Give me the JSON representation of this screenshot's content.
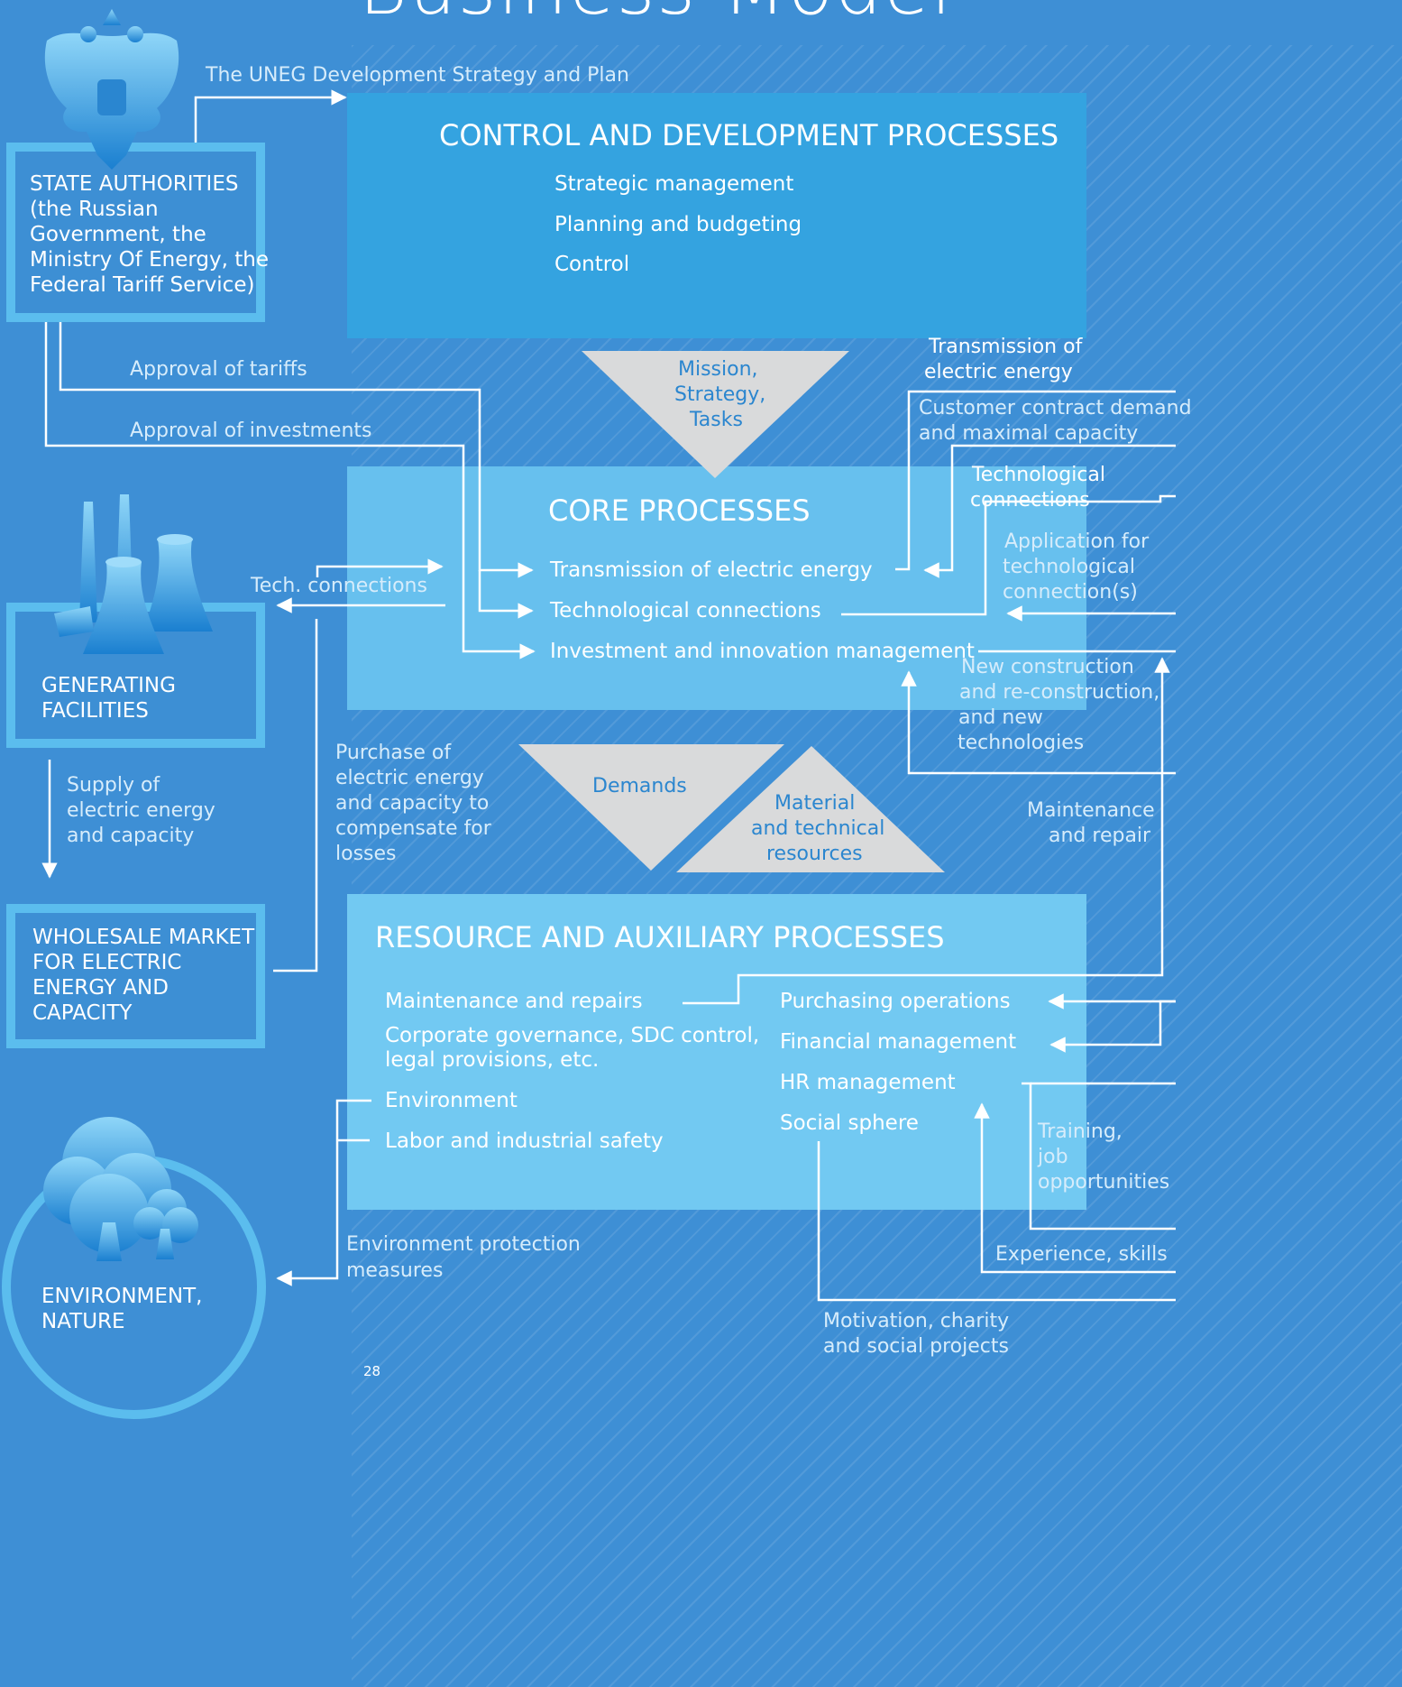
{
  "page": {
    "title": "Business Model",
    "page_number": "28"
  },
  "state": {
    "title": "STATE AUTHORITIES",
    "lines": [
      "(the Russian",
      "Government, the",
      "Ministry Of Energy, the",
      "Federal Tariff Service)"
    ]
  },
  "generating": {
    "lines": [
      "GENERATING",
      "FACILITIES"
    ]
  },
  "wholesale": {
    "lines": [
      "WHOLESALE MARKET",
      "FOR ELECTRIC",
      "ENERGY AND",
      "CAPACITY"
    ]
  },
  "environment": {
    "lines": [
      "ENVIRONMENT,",
      "NATURE"
    ]
  },
  "control": {
    "title": "CONTROL AND DEVELOPMENT PROCESSES",
    "items": [
      "Strategic management",
      "Planning and budgeting",
      "Control"
    ]
  },
  "core": {
    "title": "CORE PROCESSES",
    "items": [
      "Transmission of electric energy",
      "Technological connections",
      "Investment and innovation management"
    ]
  },
  "resource": {
    "title": "RESOURCE AND AUXILIARY PROCESSES",
    "left_items": [
      "Maintenance and repairs",
      "Corporate governance, SDC control,",
      "legal provisions, etc.",
      "Environment",
      "Labor and industrial safety"
    ],
    "right_items": [
      "Purchasing operations",
      "Financial management",
      "HR management",
      "Social sphere"
    ]
  },
  "triangles": {
    "mission": [
      "Mission,",
      "Strategy,",
      "Tasks"
    ],
    "demands": "Demands",
    "material": [
      "Material",
      "and technical",
      "resources"
    ]
  },
  "flows": {
    "strategy_plan": "The UNEG Development Strategy and Plan",
    "approval_tariffs": "Approval of tariffs",
    "approval_investments": "Approval of investments",
    "tech_connections": "Tech. connections",
    "supply": [
      "Supply of",
      "electric energy",
      "and capacity"
    ],
    "purchase": [
      "Purchase of",
      "electric energy",
      "and capacity to",
      "compensate for",
      "losses"
    ],
    "transmission_out": [
      "Transmission of",
      "electric energy"
    ],
    "customer_demand": [
      "Customer contract demand",
      "and maximal capacity"
    ],
    "tech_conn_right": [
      "Technological",
      "connections"
    ],
    "application": [
      "Application for",
      "technological",
      "connection(s)"
    ],
    "new_construction": [
      "New construction",
      "and re-construction,",
      "and new",
      "technologies"
    ],
    "maintenance_repair": [
      "Maintenance",
      "and repair"
    ],
    "training": [
      "Training,",
      "job",
      "opportunities"
    ],
    "experience": "Experience, skills",
    "motivation": [
      "Motivation, charity",
      "and social projects"
    ],
    "env_protection": [
      "Environment protection",
      "measures"
    ]
  },
  "colors": {
    "background": "#3e8fd5",
    "control_box": "#34a3e0",
    "core_box": "#67c0ee",
    "resource_box": "#72c9f2",
    "side_border": "#5bbdee",
    "triangle": "#d9dadb",
    "triangle_text": "#2b86cf"
  },
  "icons": [
    "coat-of-arms-icon",
    "power-plant-icon",
    "trees-icon"
  ]
}
